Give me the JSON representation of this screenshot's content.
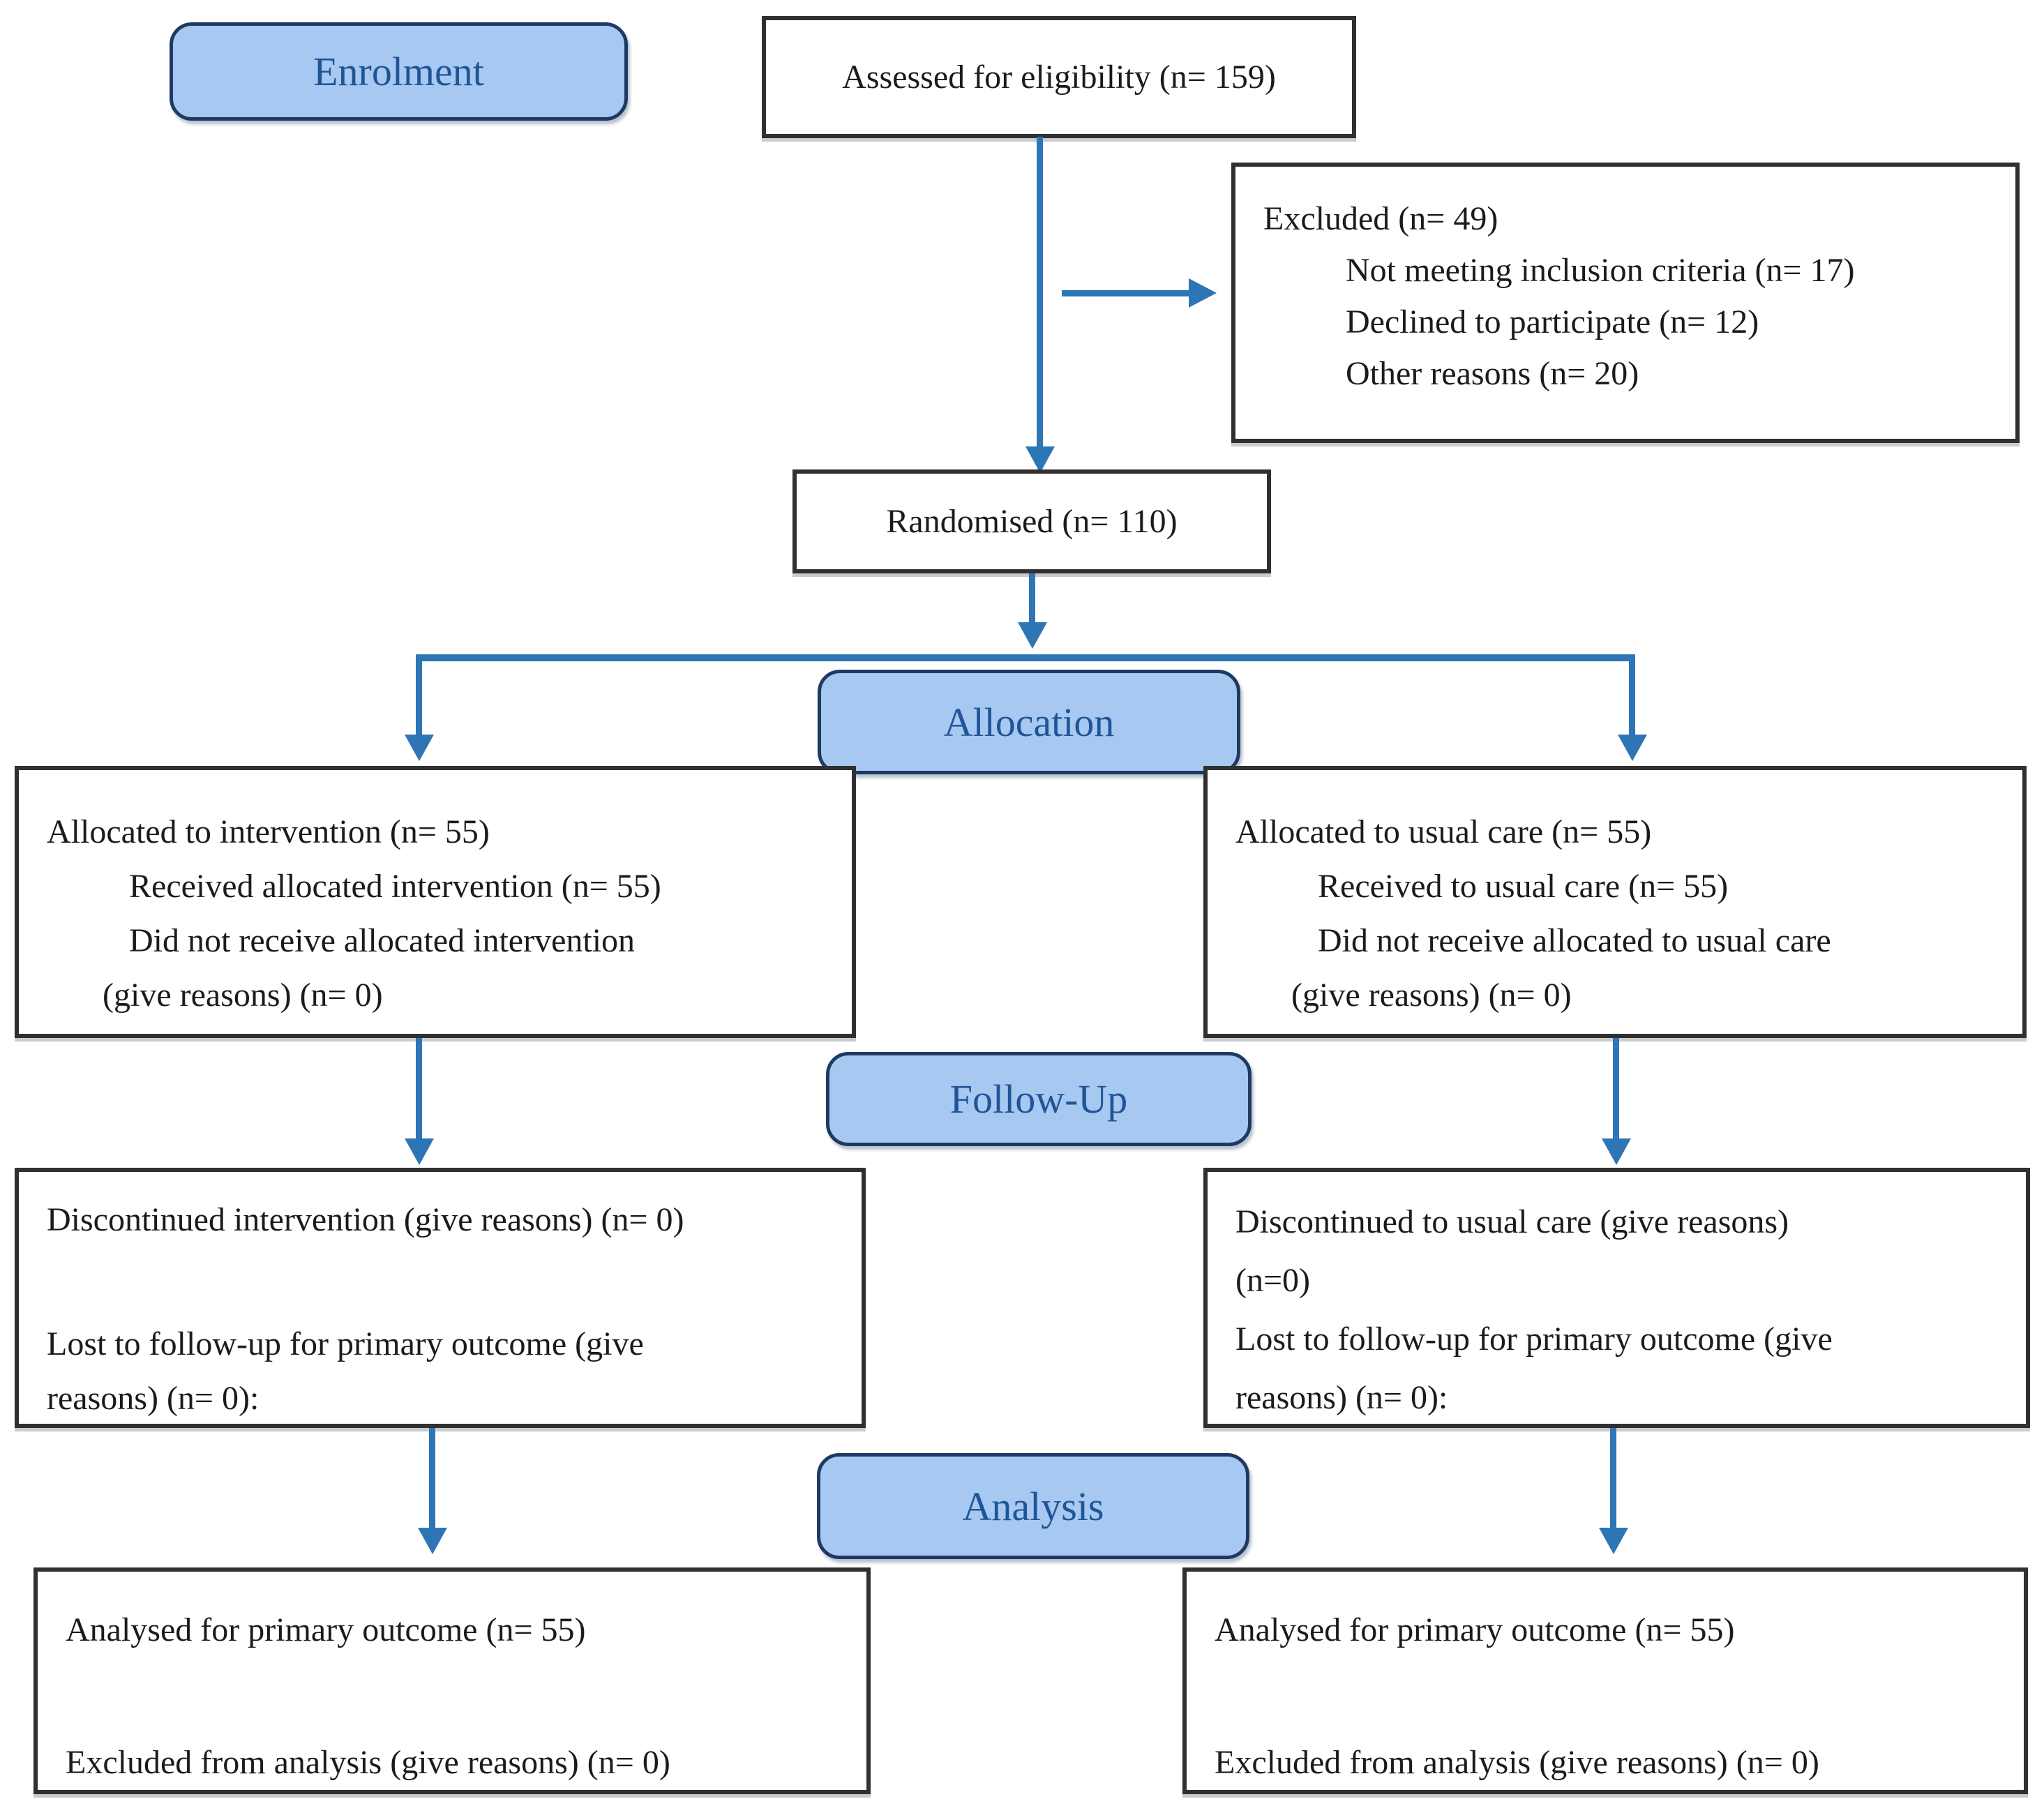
{
  "stages": {
    "enrolment": "Enrolment",
    "allocation": "Allocation",
    "followup": "Follow-Up",
    "analysis": "Analysis"
  },
  "boxes": {
    "assessed": {
      "text": "Assessed for eligibility (n= 159)"
    },
    "excluded": {
      "title": "Excluded (n= 49)",
      "items": [
        "Not meeting inclusion criteria (n= 17)",
        "Declined to participate (n= 12)",
        "Other reasons (n= 20)"
      ]
    },
    "randomised": {
      "text": "Randomised (n= 110)"
    },
    "allocation_intervention": {
      "lines": [
        "Allocated to intervention (n= 55)",
        "Received allocated intervention (n= 55)",
        "Did not receive allocated intervention",
        "(give reasons) (n= 0)"
      ]
    },
    "allocation_usual_care": {
      "lines": [
        "Allocated to usual care (n= 55)",
        "Received to usual care (n= 55)",
        "Did not receive allocated to usual care",
        "(give reasons) (n= 0)"
      ]
    },
    "followup_intervention": {
      "lines": [
        "Discontinued intervention (give reasons) (n= 0)",
        "Lost to follow-up for primary outcome (give",
        "reasons) (n= 0):"
      ]
    },
    "followup_usual_care": {
      "lines": [
        "Discontinued to usual care (give reasons)",
        "(n=0)",
        "Lost to follow-up for primary outcome (give",
        "reasons) (n= 0):"
      ]
    },
    "analysis_intervention": {
      "lines": [
        "Analysed for primary outcome (n= 55)",
        "Excluded from analysis (give reasons) (n= 0)"
      ]
    },
    "analysis_usual_care": {
      "lines": [
        "Analysed for primary outcome (n= 55)",
        "Excluded from analysis (give reasons) (n= 0)"
      ]
    }
  },
  "colors": {
    "stage_fill": "#A7C8F1",
    "stage_border": "#1E3A63",
    "stage_text": "#1F5597",
    "box_border": "#303030",
    "text_color": "#1B1B1B",
    "arrow": "#2E75B6"
  }
}
